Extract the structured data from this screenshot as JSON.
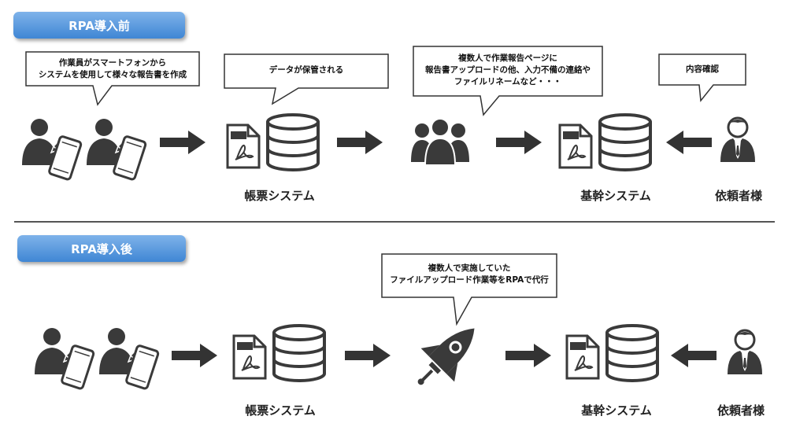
{
  "sections": {
    "before": {
      "title": "RPA導入前",
      "callouts": {
        "worker": [
          "作業員がスマートフォンから",
          "システムを使用して様々な報告書を作成"
        ],
        "data": [
          "データが保管される"
        ],
        "team": [
          "複数人で作業報告ページに",
          "報告書アップロードの他、入力不備の連絡や",
          "ファイルリネームなど・・・"
        ],
        "review": [
          "内容確認"
        ]
      },
      "labels": {
        "form_system": "帳票システム",
        "core_system": "基幹システム",
        "requester": "依頼者様"
      }
    },
    "after": {
      "title": "RPA導入後",
      "callouts": {
        "rpa": [
          "複数人で実施していた",
          "ファイルアップロード作業等をRPAで代行"
        ]
      },
      "labels": {
        "form_system": "帳票システム",
        "core_system": "基幹システム",
        "requester": "依頼者様"
      }
    }
  },
  "icons": {
    "pdf_tag": "PDF",
    "worker": "worker-with-phone-icon",
    "database": "database-icon",
    "document": "pdf-document-icon",
    "team": "group-people-icon",
    "requester": "businessman-icon",
    "rocket": "rocket-icon",
    "arrow": "right-arrow-icon"
  },
  "colors": {
    "pill_top": "#7fb3ea",
    "pill_bottom": "#3f86d4",
    "icon": "#3a3a3a"
  }
}
